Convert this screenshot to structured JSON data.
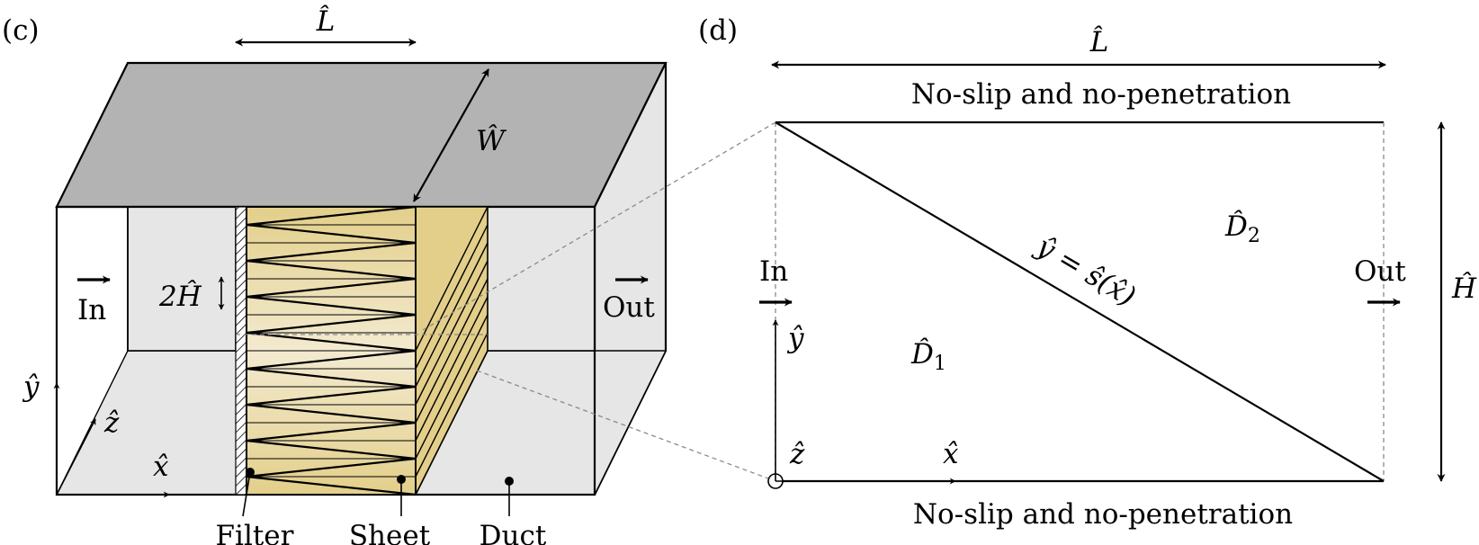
{
  "panel_c": {
    "label": "(c)",
    "length_symbol": "L̂",
    "width_symbol": "Ŵ",
    "height_symbol": "2Ĥ",
    "inlet_label": "In",
    "outlet_label": "Out",
    "axis_x": "x̂",
    "axis_y": "ŷ",
    "axis_z": "ẑ",
    "callouts": {
      "filter": "Filter",
      "sheet": "Sheet",
      "duct": "Duct"
    },
    "colors": {
      "top_face": "#b3b3b3",
      "side_face": "#e6e6e6",
      "sheet_fill": "#e3cf8a",
      "sheet_light": "#f1e4b8"
    }
  },
  "panel_d": {
    "label": "(d)",
    "length_symbol": "L̂",
    "height_symbol": "Ĥ",
    "top_boundary": "No-slip and no-penetration",
    "bottom_boundary": "No-slip and no-penetration",
    "inlet_label": "In",
    "outlet_label": "Out",
    "interface_equation": "ŷ = ŝ(x̂)",
    "domain_1": {
      "base": "D̂",
      "sub": "1"
    },
    "domain_2": {
      "base": "D̂",
      "sub": "2"
    },
    "axis_x": "x̂",
    "axis_y": "ŷ",
    "axis_z": "ẑ"
  }
}
